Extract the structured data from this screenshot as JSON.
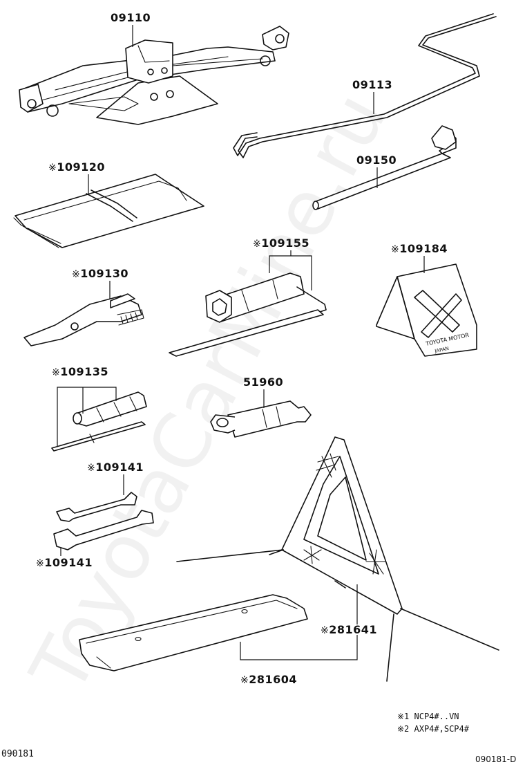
{
  "watermark": "ToyotaCarMine.ru",
  "labels": {
    "p09110": "09110",
    "p09113": "09113",
    "p09150": "09150",
    "p09120": "109120",
    "p09155": "109155",
    "p09184": "109184",
    "p09130": "109130",
    "p09135": "109135",
    "p51960": "51960",
    "p09141a": "109141",
    "p09141b": "109141",
    "p81641": "281641",
    "p81604": "281604"
  },
  "mark": "※",
  "plate_text": [
    "TOYOTA MOTOR",
    "JAPAN"
  ],
  "notes": [
    "※1 NCP4#..VN",
    "※2 AXP4#,SCP4#"
  ],
  "footer_left": "090181",
  "footer_right": "090181-D"
}
